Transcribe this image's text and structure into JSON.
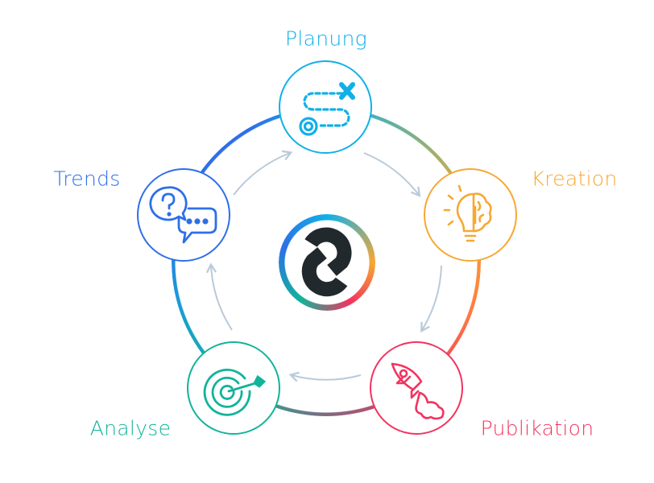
{
  "title": "Content cycle",
  "colors": {
    "planung": "#10b0e8",
    "kreation": "#f7a833",
    "publikation": "#f2335f",
    "analyse": "#12b39a",
    "trends": "#2e6fe8",
    "arrow": "#b9cad9",
    "logo": "#22292d"
  },
  "nodes": [
    {
      "id": "planung",
      "label": "Planung",
      "icon": "route-map-icon"
    },
    {
      "id": "kreation",
      "label": "Kreation",
      "icon": "lightbulb-brain-icon"
    },
    {
      "id": "publikation",
      "label": "Publikation",
      "icon": "rocket-icon"
    },
    {
      "id": "analyse",
      "label": "Analyse",
      "icon": "target-dart-icon"
    },
    {
      "id": "trends",
      "label": "Trends",
      "icon": "speech-bubbles-icon"
    }
  ]
}
